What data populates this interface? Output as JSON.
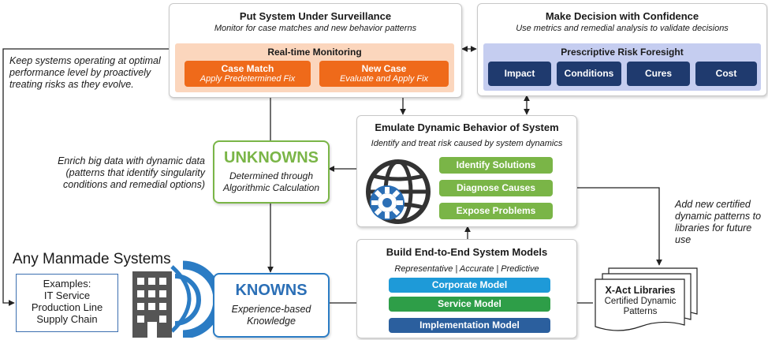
{
  "surveillance": {
    "title": "Put System Under Surveillance",
    "subtitle": "Monitor for case matches and new behavior patterns",
    "monitoring_label": "Real-time Monitoring",
    "case_match": {
      "title": "Case Match",
      "sub": "Apply Predetermined Fix"
    },
    "new_case": {
      "title": "New Case",
      "sub": "Evaluate and Apply Fix"
    }
  },
  "decision": {
    "title": "Make Decision with Confidence",
    "subtitle": "Use metrics and remedial analysis to validate decisions",
    "foresight_label": "Prescriptive Risk Foresight",
    "items": [
      "Impact",
      "Conditions",
      "Cures",
      "Cost"
    ]
  },
  "left_note": "Keep systems operating at optimal performance level by proactively treating risks as they evolve.",
  "enrich_note": "Enrich big data with dynamic data (patterns that identify singularity conditions and remedial options)",
  "unknowns": {
    "title": "UNKNOWNS",
    "sub": "Determined through Algorithmic Calculation"
  },
  "emulate": {
    "title": "Emulate Dynamic Behavior of System",
    "subtitle": "Identify and treat risk caused by system dynamics",
    "items": [
      "Identify Solutions",
      "Diagnose Causes",
      "Expose Problems"
    ]
  },
  "right_note": "Add new certified dynamic patterns to libraries for future use",
  "manmade_title": "Any Manmade Systems",
  "examples": {
    "label": "Examples:",
    "items": [
      "IT Service",
      "Production Line",
      "Supply Chain"
    ]
  },
  "knowns": {
    "title": "KNOWNS",
    "sub": "Experience-based Knowledge"
  },
  "models": {
    "title": "Build End-to-End System Models",
    "subtitle": "Representative | Accurate | Predictive",
    "corporate": "Corporate Model",
    "service": "Service Model",
    "implementation": "Implementation Model"
  },
  "library": {
    "title": "X-Act Libraries",
    "sub": "Certified Dynamic Patterns"
  },
  "colors": {
    "orange": "#ef6a1a",
    "navy": "#1f3a6e",
    "green": "#7ab547",
    "blue": "#2b6fb6",
    "service_green": "#2e9e48"
  }
}
